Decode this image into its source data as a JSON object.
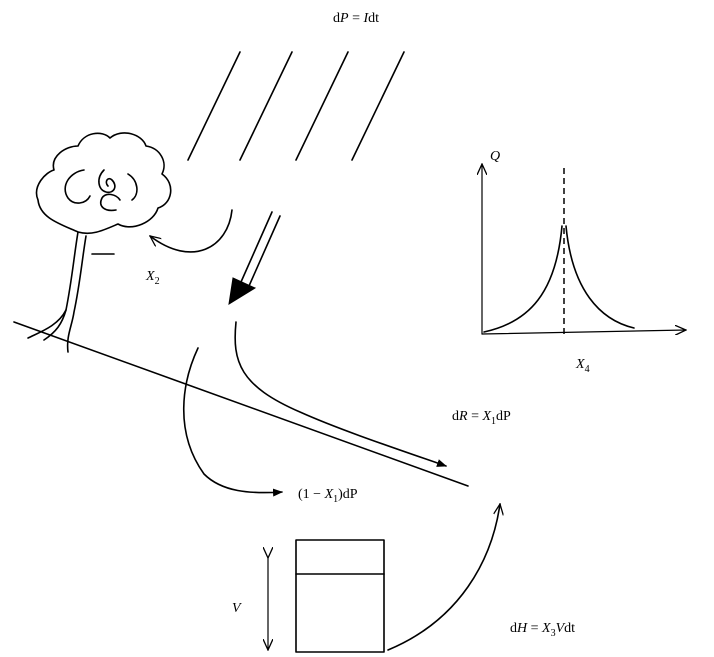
{
  "labels": {
    "rain": {
      "d": "d",
      "P": "P",
      "eq": " = ",
      "I": "I",
      "dt": "dt"
    },
    "q_axis": "Q",
    "x4": {
      "X": "X",
      "n": "4"
    },
    "x2": {
      "X": "X",
      "n": "2"
    },
    "runoff": {
      "d": "d",
      "R": "R",
      "eq": " = ",
      "X": "X",
      "n": "1",
      "dP": "dP"
    },
    "infiltration": {
      "open": "(1 − ",
      "X": "X",
      "n": "1",
      "close": ")dP"
    },
    "v": "V",
    "evap": {
      "d": "d",
      "H": "H",
      "eq": " = ",
      "X": "X",
      "n": "3",
      "V": "V",
      "dt": "dt"
    }
  }
}
